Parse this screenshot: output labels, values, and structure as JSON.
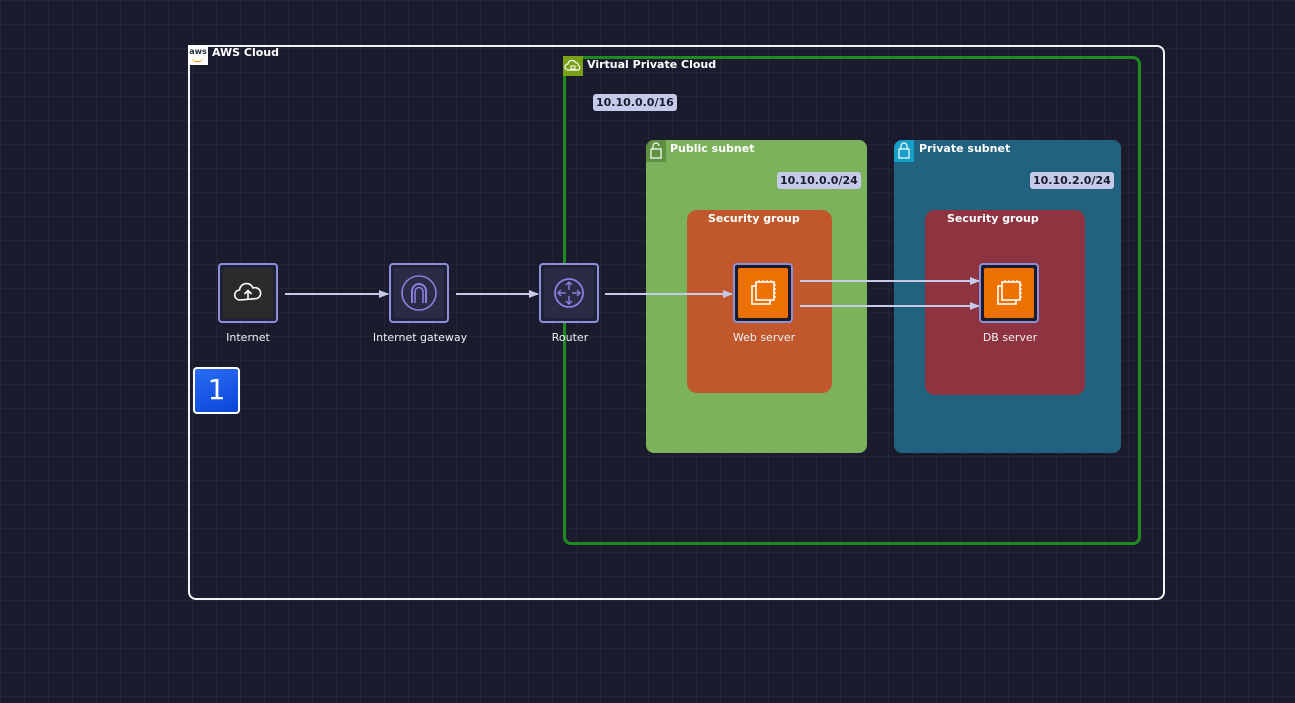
{
  "groups": {
    "aws_cloud": "AWS Cloud",
    "aws_logo": "aws",
    "vpc": "Virtual Private Cloud",
    "vpc_cidr": "10.10.0.0/16",
    "public_subnet": "Public subnet",
    "public_cidr": "10.10.0.0/24",
    "private_subnet": "Private subnet",
    "private_cidr": "10.10.2.0/24",
    "web_security_group": "Security group",
    "db_security_group": "Security group"
  },
  "nodes": {
    "internet": "Internet",
    "internet_gateway": "Internet gateway",
    "router": "Router",
    "web_server": "Web server",
    "db_server": "DB server"
  },
  "step_badge": "1",
  "colors": {
    "background": "#1a1c2e",
    "aws_border": "#f2f2f2",
    "vpc_border": "#1f8a1f",
    "public_subnet": "#7cb25b",
    "private_subnet": "#22627f",
    "web_security_group": "#c0582c",
    "db_security_group": "#8e3340",
    "ec2_orange": "#ed7100",
    "arrow": "#c5cae9"
  },
  "icons": {
    "internet": "cloud-upload-icon",
    "internet_gateway": "gateway-arch-icon",
    "router": "router-icon",
    "web_server": "ec2-instance-icon",
    "db_server": "ec2-instance-icon"
  }
}
